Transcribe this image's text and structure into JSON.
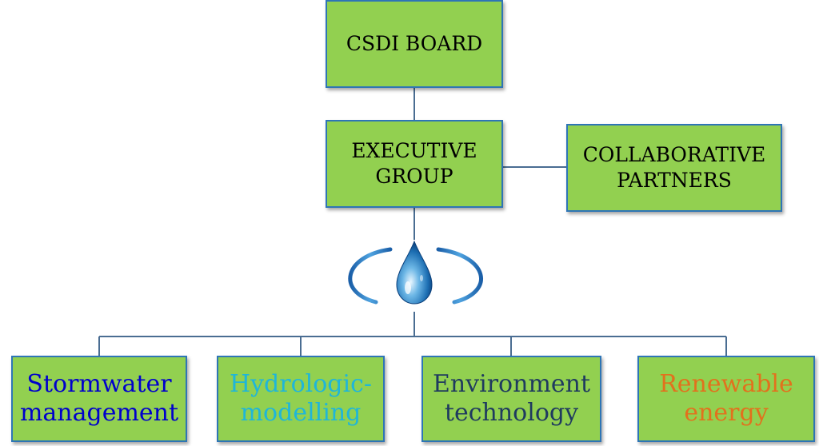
{
  "nodes": {
    "board": {
      "label": "CSDI BOARD"
    },
    "executive": {
      "label": "EXECUTIVE\nGROUP"
    },
    "partners": {
      "label": "COLLABORATIVE\nPARTNERS"
    },
    "stormwater": {
      "label": "Stormwater\nmanagement",
      "color": "#0000cc"
    },
    "hydrologic": {
      "label": "Hydrologic-\nmodelling",
      "color": "#1fb6d9"
    },
    "environment": {
      "label": "Environment\ntechnology",
      "color": "#1f3a5f"
    },
    "renewable": {
      "label": "Renewable\nenergy",
      "color": "#e2711d"
    }
  },
  "colors": {
    "box_fill": "#92d050",
    "box_border": "#2e75b6",
    "connector": "#4a6d92"
  },
  "icons": {
    "water_drop": "water-drop-icon"
  }
}
